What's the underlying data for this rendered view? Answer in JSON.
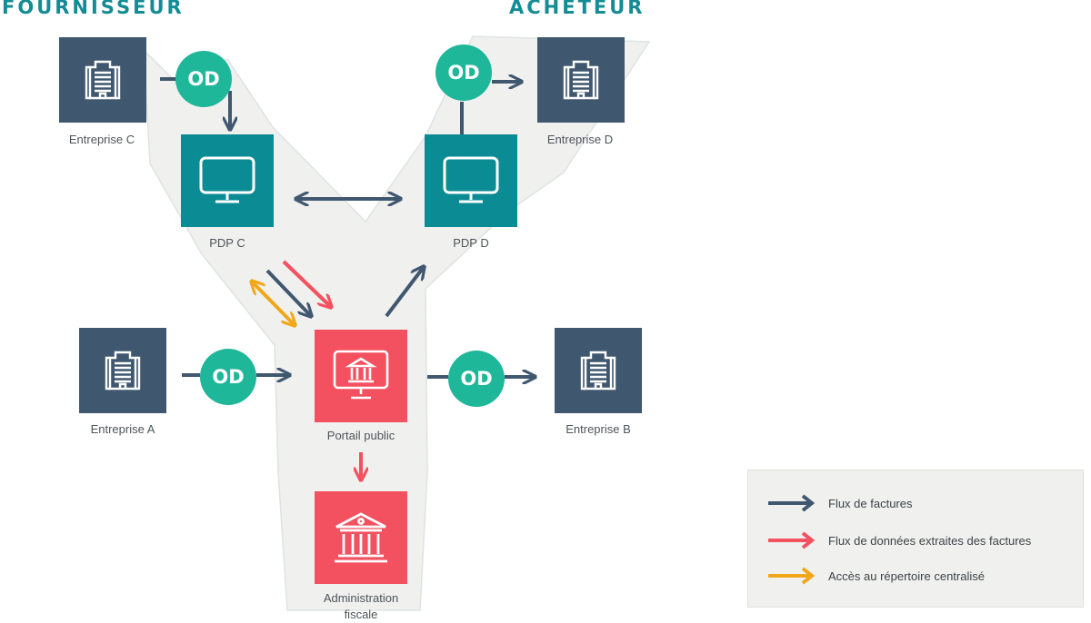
{
  "headings": {
    "supplier": "FOURNISSEUR",
    "buyer": "ACHETEUR"
  },
  "od_label": "OD",
  "nodes": {
    "entreprise_c": "Entreprise C",
    "entreprise_d": "Entreprise D",
    "pdp_c": "PDP C",
    "pdp_d": "PDP D",
    "entreprise_a": "Entreprise A",
    "entreprise_b": "Entreprise B",
    "portail_public": "Portail public",
    "administration_fiscale": "Administration fiscale"
  },
  "legend": {
    "invoice_flow": "Flux de factures",
    "extracted_data_flow": "Flux de données extraites des factures",
    "directory_access": "Accès au répertoire centralisé"
  },
  "colors": {
    "invoice_flow": "#40586f",
    "extracted_data_flow": "#f45160",
    "directory_access": "#f0a81a",
    "od_badge": "#1fb79a",
    "pdp": "#0b8b94",
    "company": "#40586f",
    "heading": "#138c95"
  }
}
